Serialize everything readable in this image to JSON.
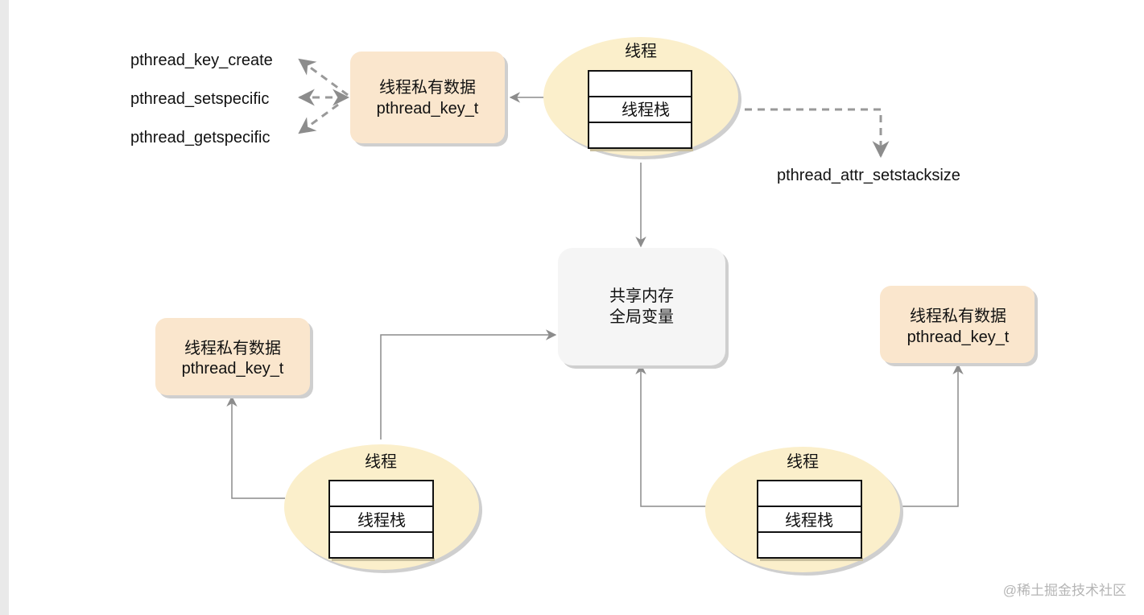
{
  "diagram": {
    "main_thread": {
      "title": "线程",
      "stack_label": "线程栈"
    },
    "left_thread": {
      "title": "线程",
      "stack_label": "线程栈"
    },
    "right_thread": {
      "title": "线程",
      "stack_label": "线程栈"
    },
    "tls_top": {
      "line1": "线程私有数据",
      "line2": "pthread_key_t"
    },
    "tls_left": {
      "line1": "线程私有数据",
      "line2": "pthread_key_t"
    },
    "tls_right": {
      "line1": "线程私有数据",
      "line2": "pthread_key_t"
    },
    "shared_memory": {
      "line1": "共享内存",
      "line2": "全局变量"
    },
    "api_labels": {
      "key_create": "pthread_key_create",
      "setspecific": "pthread_setspecific",
      "getspecific": "pthread_getspecific",
      "setstacksize": "pthread_attr_setstacksize"
    },
    "colors": {
      "thread_fill": "#fbefcb",
      "tls_fill": "#fae6cd",
      "shared_fill": "#f5f5f5",
      "connector": "#8c8c8c",
      "shadow": "#cfcfcf"
    }
  },
  "watermark": "@稀土掘金技术社区"
}
